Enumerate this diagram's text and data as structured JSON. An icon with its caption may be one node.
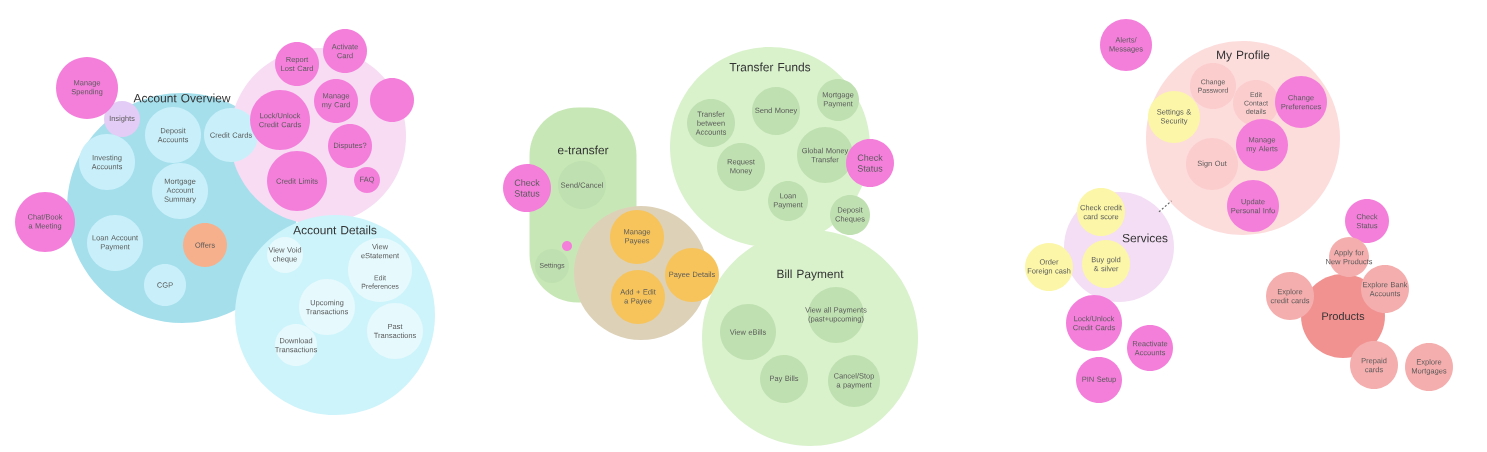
{
  "diagram": {
    "nodes": [
      {
        "text": [
          "Account Overview"
        ]
      },
      {
        "text": [],
        "shape": "circle"
      },
      {
        "text": [
          "Account Details"
        ]
      },
      {
        "text": [
          "Insights"
        ],
        "in": 0
      },
      {
        "text": [
          "Deposit Accounts"
        ],
        "in": 0
      },
      {
        "text": [
          "Credit Cards"
        ],
        "in": 0
      },
      {
        "text": [
          "Investing Accounts"
        ],
        "in": 0
      },
      {
        "text": [
          "Mortgage Account Summary"
        ],
        "in": 0
      },
      {
        "text": [
          "Loan Account Payment"
        ],
        "in": 0
      },
      {
        "text": [
          "Offers"
        ],
        "in": 0
      },
      {
        "text": [
          "CGP"
        ],
        "in": 0
      },
      {
        "text": [
          "Manage Spending"
        ]
      },
      {
        "text": [
          "Chat/Book a Meeting"
        ]
      },
      {
        "text": [
          "Report Lost Card"
        ]
      },
      {
        "text": [
          "Activate Card"
        ]
      },
      {
        "text": [
          "Manage my Card"
        ],
        "in": 1
      },
      {
        "text": [],
        "shape": "circle"
      },
      {
        "text": [
          "Lock/Unlock Credit Cards"
        ],
        "in": 1
      },
      {
        "text": [
          "Disputes?"
        ],
        "in": 1
      },
      {
        "text": [
          "Credit Limits"
        ],
        "in": 1
      },
      {
        "text": [
          "FAQ"
        ],
        "in": 1
      },
      {
        "text": [
          "View Void cheque"
        ],
        "in": 2
      },
      {
        "text": [
          "View eStatement"
        ],
        "in": 2
      },
      {
        "text": [
          "Edit Preferences"
        ],
        "in": 22
      },
      {
        "text": [
          "Upcoming Transactions"
        ],
        "in": 2
      },
      {
        "text": [
          "Download Transactions"
        ],
        "in": 2
      },
      {
        "text": [
          "Past Transactions"
        ],
        "in": 2
      },
      {
        "text": [
          "e-transfer"
        ]
      },
      {
        "text": [
          "Check Status"
        ]
      },
      {
        "text": [
          "Send/Cancel"
        ],
        "in": 27
      },
      {
        "text": [
          "Settings"
        ],
        "in": 27
      },
      {
        "text": [],
        "shape": "circle",
        "in": 27
      },
      {
        "text": [],
        "shape": "circle"
      },
      {
        "text": [
          "Manage Payees"
        ],
        "in": 32
      },
      {
        "text": [
          "Payee Details"
        ],
        "in": 32
      },
      {
        "text": [
          "Add + Edit a Payee"
        ],
        "in": 32
      },
      {
        "text": [
          "Transfer Funds"
        ]
      },
      {
        "text": [
          "Transfer between Accounts"
        ],
        "in": 36
      },
      {
        "text": [
          "Send Money"
        ],
        "in": 36
      },
      {
        "text": [
          "Mortgage Payment"
        ],
        "in": 36
      },
      {
        "text": [
          "Request Money"
        ],
        "in": 36
      },
      {
        "text": [
          "Global Money Transfer"
        ],
        "in": 36
      },
      {
        "text": [
          "Check Status"
        ]
      },
      {
        "text": [
          "Loan Payment"
        ],
        "in": 36
      },
      {
        "text": [
          "Deposit Cheques"
        ]
      },
      {
        "text": [
          "Bill Payment"
        ]
      },
      {
        "text": [
          "View eBills"
        ],
        "in": 45
      },
      {
        "text": [
          "View all Payments (past+upcoming)"
        ],
        "in": 45
      },
      {
        "text": [
          "Pay Bills"
        ],
        "in": 45
      },
      {
        "text": [
          "Cancel/Stop a payment"
        ],
        "in": 45
      },
      {
        "text": [
          "Alerts/ Messages"
        ]
      },
      {
        "text": [
          "My Profile"
        ]
      },
      {
        "text": [
          "Change Password"
        ],
        "in": 51
      },
      {
        "text": [
          "Edit Contact details"
        ],
        "in": 51
      },
      {
        "text": [
          "Change Preferences"
        ],
        "in": 51
      },
      {
        "text": [
          "Settings & Security"
        ],
        "in": 51
      },
      {
        "text": [
          "Manage my Alerts"
        ],
        "in": 51
      },
      {
        "text": [
          "Sign Out"
        ],
        "in": 51
      },
      {
        "text": [
          "Update Personal Info"
        ],
        "in": 51
      },
      {
        "text": [
          "Services"
        ]
      },
      {
        "text": [
          "Check credit card score"
        ],
        "in": 59
      },
      {
        "text": [
          "Order Foreign cash"
        ]
      },
      {
        "text": [
          "Buy gold & silver"
        ],
        "in": 59
      },
      {
        "text": [
          "Lock/Unlock Credit Cards"
        ]
      },
      {
        "text": [
          "Reactivate Accounts"
        ]
      },
      {
        "text": [
          "PIN Setup"
        ]
      },
      {
        "text": [
          "Products"
        ]
      },
      {
        "text": [
          "Check Status"
        ]
      },
      {
        "text": [
          "Apply for New Products"
        ]
      },
      {
        "text": [
          "Explore credit cards"
        ]
      },
      {
        "text": [
          "Explore Bank Accounts"
        ]
      },
      {
        "text": [
          "Prepaid cards"
        ]
      },
      {
        "text": [
          "Explore Mortgages"
        ]
      }
    ],
    "edges": [
      {
        "from": 59,
        "to": 51,
        "arrow": "none",
        "style": "dashed"
      }
    ]
  }
}
